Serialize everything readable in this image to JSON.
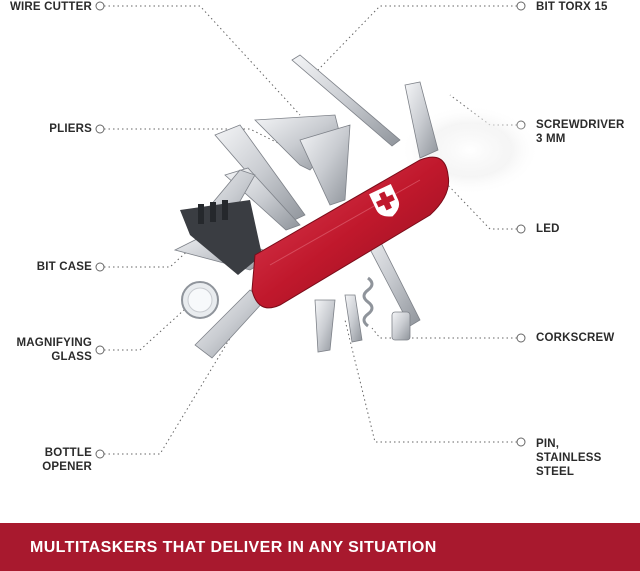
{
  "labels": {
    "wire_cutter": "WIRE CUTTER",
    "pliers": "PLIERS",
    "bit_case": "BIT CASE",
    "magnifying_glass": "MAGNIFYING\nGLASS",
    "bottle_opener": "BOTTLE\nOPENER",
    "bit_torx": "BIT TORX 15",
    "screwdriver": "SCREWDRIVER\n3 MM",
    "led": "LED",
    "corkscrew": "CORKSCREW",
    "pin": "PIN,\nSTAINLESS STEEL"
  },
  "banner": {
    "text": "MULTITASKERS THAT DELIVER IN ANY SITUATION",
    "color": "#a8192e"
  },
  "colors": {
    "knife_red": "#c0182c",
    "steel": "#c9ccd1",
    "bit_case": "#3a3d42",
    "leader": "#666666"
  }
}
